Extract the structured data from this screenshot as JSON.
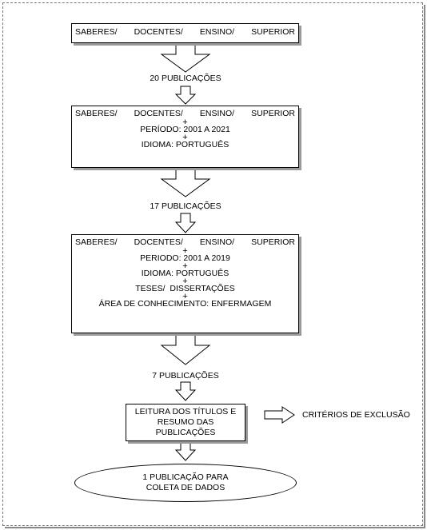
{
  "box1": {
    "words": [
      "SABERES/",
      "DOCENTES/",
      "ENSINO/",
      "SUPERIOR"
    ]
  },
  "count1": "20 PUBLICAÇÕES",
  "box2": {
    "words": [
      "SABERES/",
      "DOCENTES/",
      "ENSINO/",
      "SUPERIOR"
    ],
    "plus": "+",
    "period": "PERÍODO: 2001 A 2021",
    "language": "IDIOMA: PORTUGUÊS"
  },
  "count2": "17 PUBLICAÇÕES",
  "box3": {
    "words": [
      "SABERES/",
      "DOCENTES/",
      "ENSINO/",
      "SUPERIOR"
    ],
    "plus": "+",
    "period": "PERIODO: 2001 A 2019",
    "language": "IDIOMA: PORTUGUÊS",
    "types": "TESES/  DISSERTAÇÕES",
    "area": "ÁREA DE CONHECIMENTO: ENFERMAGEM"
  },
  "count3": "7 PUBLICAÇÕES",
  "box4": {
    "line1": "LEITURA DOS TÍTULOS E",
    "line2": "RESUMO DAS",
    "line3": "PUBLICAÇÕES"
  },
  "exclusion": "CRITÉRIOS DE EXCLUSÃO",
  "final": {
    "line1": "1 PUBLICAÇÃO PARA",
    "line2": "COLETA DE DADOS"
  }
}
